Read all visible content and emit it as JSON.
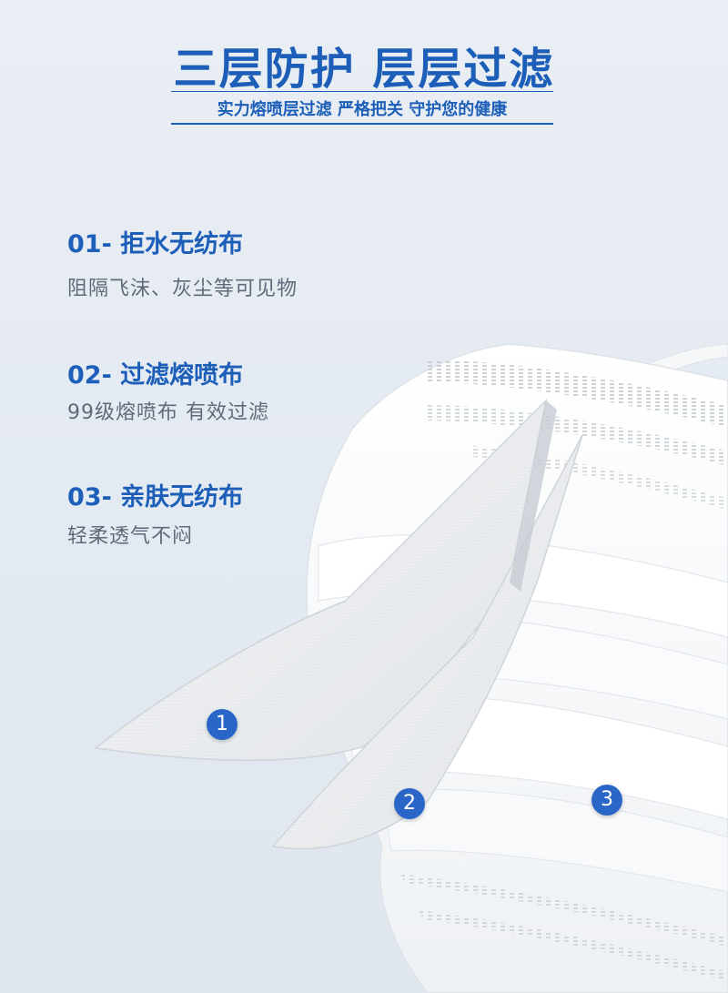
{
  "header": {
    "title": "三层防护 层层过滤",
    "subtitle": "实力熔喷层过滤 严格把关 守护您的健康"
  },
  "layers": [
    {
      "title": "01- 拒水无纺布",
      "desc": "阻隔飞沫、灰尘等可见物",
      "marker": "1"
    },
    {
      "title": "02- 过滤熔喷布",
      "desc": "99级熔喷布 有效过滤",
      "marker": "2"
    },
    {
      "title": "03- 亲肤无纺布",
      "desc": "轻柔透气不闷",
      "marker": "3"
    }
  ],
  "colors": {
    "accent": "#1d5fb8",
    "badge": "#2a66c8",
    "body_text": "#5f6a7a"
  }
}
